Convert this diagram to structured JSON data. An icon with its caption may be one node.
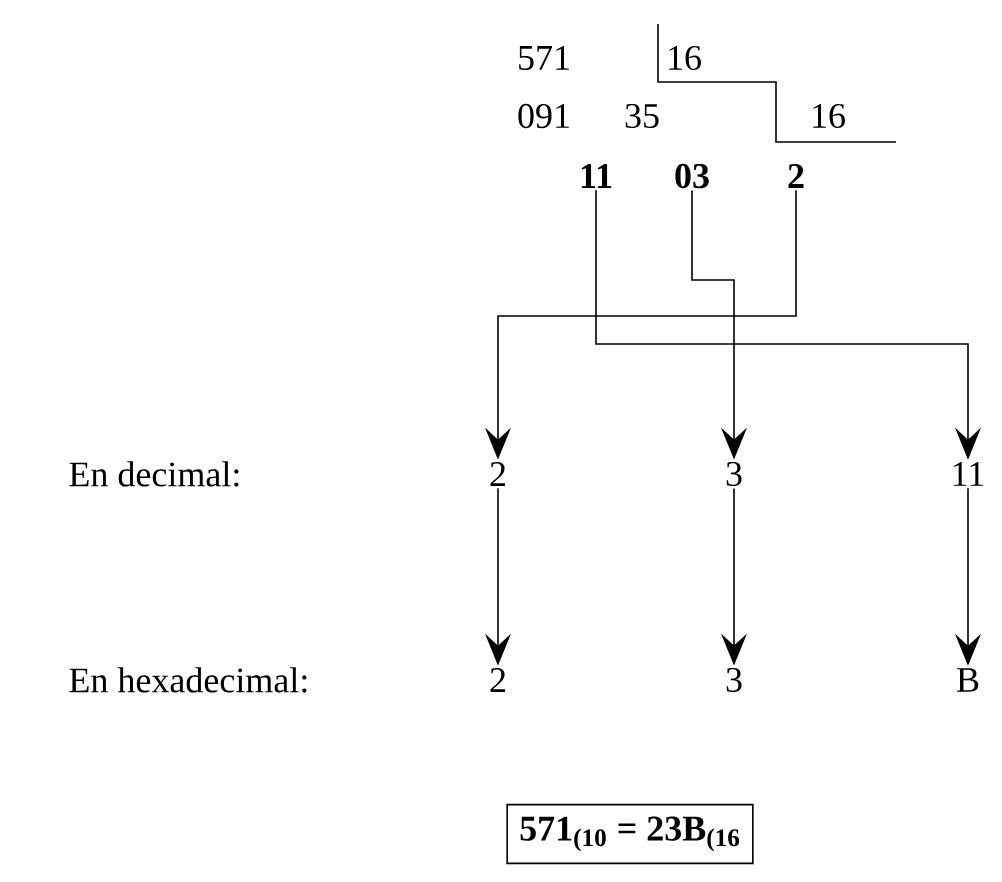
{
  "diagram": {
    "nodes": [
      {
        "text": [
          "11"
        ]
      },
      {
        "text": [
          "03"
        ]
      },
      {
        "text": [
          "2"
        ]
      },
      {
        "text": [
          "2"
        ]
      },
      {
        "text": [
          "3"
        ]
      },
      {
        "text": [
          "11"
        ]
      },
      {
        "text": [
          "2"
        ]
      },
      {
        "text": [
          "3"
        ]
      },
      {
        "text": [
          "B"
        ]
      },
      {
        "text": [
          "571$_{(10}$ = 23B$_{(16}$"
        ]
      }
    ],
    "edges": [
      {
        "from": 0,
        "to": 5,
        "arrow": "to"
      },
      {
        "from": 1,
        "to": 4,
        "arrow": "to"
      },
      {
        "from": 2,
        "to": 3,
        "arrow": "to"
      },
      {
        "from": 3,
        "to": 6,
        "arrow": "to"
      },
      {
        "from": 4,
        "to": 7,
        "arrow": "to"
      },
      {
        "from": 5,
        "to": 8,
        "arrow": "to"
      }
    ],
    "labels": [
      "571",
      "16",
      "091",
      "35",
      "16",
      "En decimal:",
      "En hexadecimal:"
    ]
  }
}
